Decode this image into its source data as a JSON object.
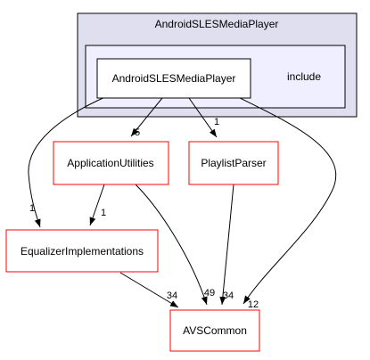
{
  "cluster": {
    "label": "AndroidSLESMediaPlayer",
    "fill": "#dfdfef",
    "inner_fill": "#efefff",
    "inner_label": "include"
  },
  "nodes": {
    "main": {
      "label": "AndroidSLESMediaPlayer"
    },
    "app_utils": {
      "label": "ApplicationUtilities"
    },
    "playlist": {
      "label": "PlaylistParser"
    },
    "equalizer": {
      "label": "EqualizerImplementations"
    },
    "avscommon": {
      "label": "AVSCommon"
    }
  },
  "edges": {
    "main_app_utils": "5",
    "main_playlist": "1",
    "main_equalizer": "1",
    "main_avscommon": "12",
    "app_utils_equalizer": "1",
    "app_utils_avscommon": "49",
    "playlist_avscommon": "34",
    "equalizer_avscommon": "34"
  },
  "colors": {
    "node_border_external": "#ff0000",
    "node_border_main": "#000000",
    "edge": "#000000"
  }
}
